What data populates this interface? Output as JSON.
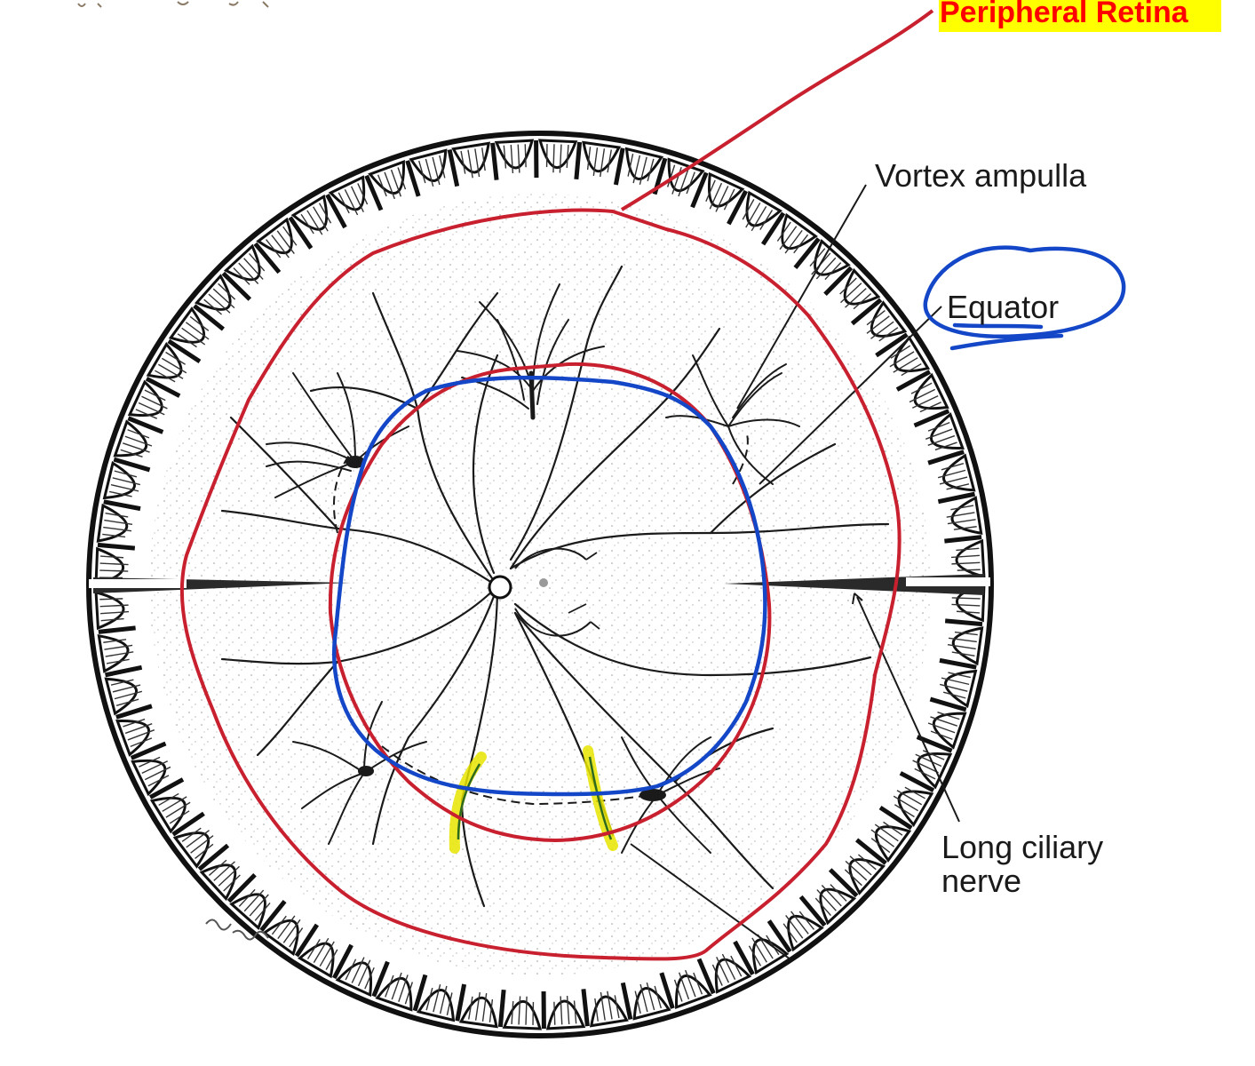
{
  "annotations": {
    "peripheral_retina": "Peripheral Retina"
  },
  "labels": {
    "vortex_ampulla": "Vortex ampulla",
    "equator": "Equator",
    "long_ciliary_nerve_line1": "Long ciliary",
    "long_ciliary_nerve_line2": "nerve"
  },
  "colors": {
    "red_outline": "#c8202e",
    "blue_outline": "#1447c8",
    "highlight_yellow": "#ffff00",
    "highlight_text": "#ff0000",
    "ink": "#1a1a1a",
    "marker_yellow": "#e8e400"
  }
}
